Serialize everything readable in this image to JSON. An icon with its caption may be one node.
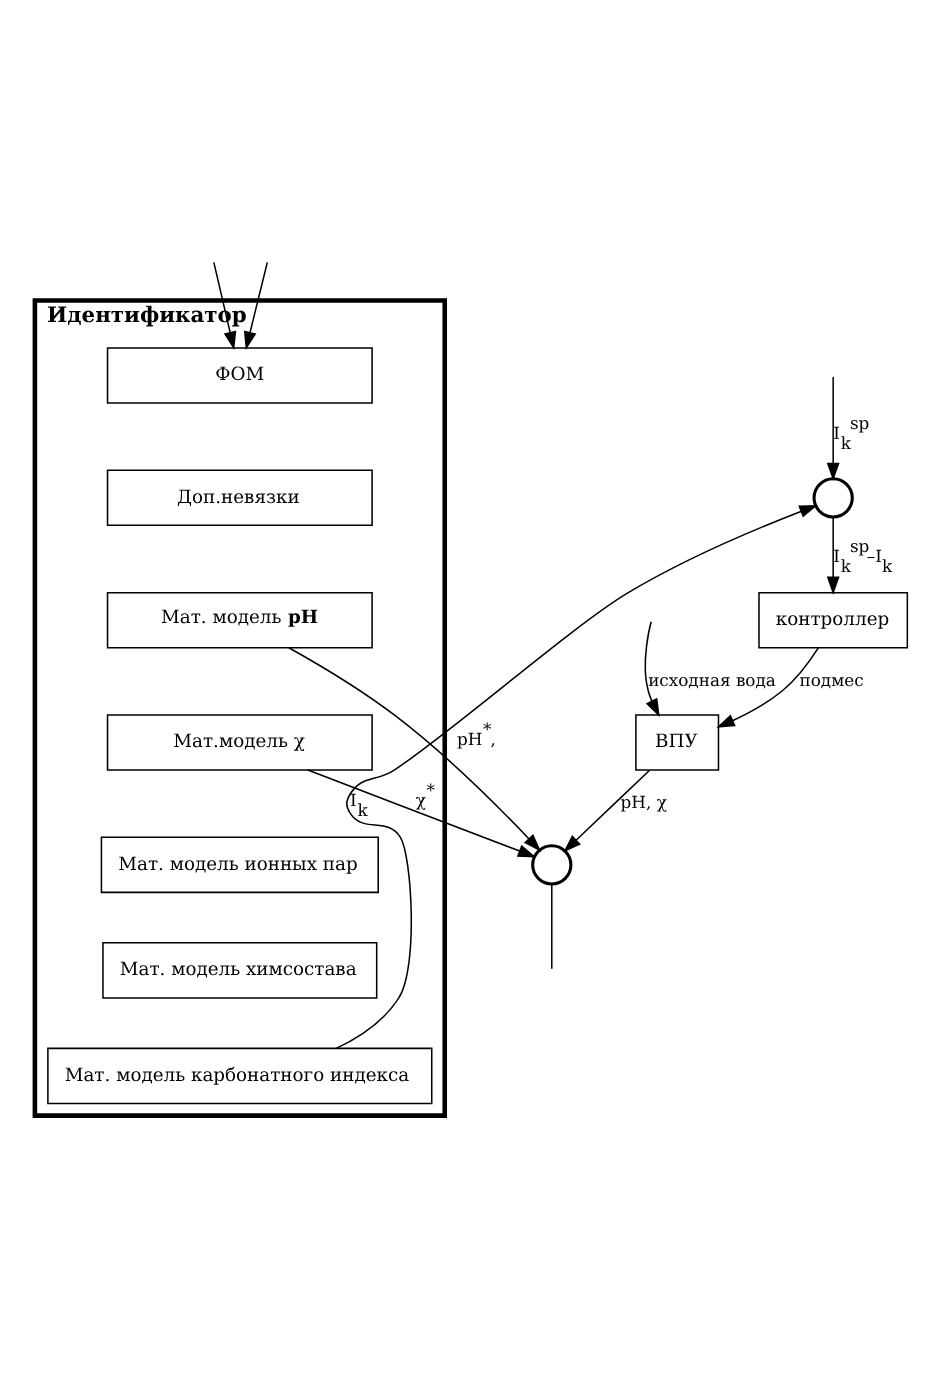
{
  "diagram": {
    "nodes": [
      {
        "text": [
          "контроллер"
        ]
      },
      {
        "text": [
          "ВПУ"
        ]
      },
      {
        "text": [],
        "shape": "circle"
      },
      {
        "text": [
          "Идентификатор"
        ]
      },
      {
        "text": [
          "ФОМ"
        ],
        "in": 3
      },
      {
        "text": [
          "Доп.невязки"
        ],
        "in": 3
      },
      {
        "text": [
          "Мат. модель **pH**"
        ],
        "in": 3
      },
      {
        "text": [
          "Мат.модель χ"
        ],
        "in": 3
      },
      {
        "text": [
          "Мат. модель ионных пар"
        ],
        "in": 3
      },
      {
        "text": [
          "Мат. модель химсостава"
        ],
        "in": 3
      },
      {
        "text": [
          "Мат. модель карбонатного индекса"
        ],
        "in": 3
      },
      {
        "text": [],
        "shape": "circle"
      }
    ],
    "edges": [
      {
        "from": null,
        "to": 2,
        "arrow": "to",
        "label": "I$_{k}$$^{sp}$"
      },
      {
        "from": 2,
        "to": 0,
        "arrow": "to",
        "label": "I$_{k}$$^{sp}$–I$_{k}$"
      },
      {
        "from": 0,
        "to": 1,
        "arrow": "to",
        "label": "подмес"
      },
      {
        "from": null,
        "to": 1,
        "arrow": "to",
        "label": "исходная вода"
      },
      {
        "from": null,
        "to": 4,
        "arrow": "to"
      },
      {
        "from": 1,
        "to": 11,
        "arrow": "to",
        "label": "pH, χ"
      },
      {
        "from": 6,
        "to": 11,
        "arrow": "to",
        "label": "pH$^{*}$,"
      },
      {
        "from": 7,
        "to": 11,
        "arrow": "to",
        "label": "χ$^{*}$"
      },
      {
        "from": 11,
        "to": null,
        "arrow": "none"
      },
      {
        "from": null,
        "to": 4,
        "arrow": "to"
      },
      {
        "from": 10,
        "to": 2,
        "arrow": "to",
        "label": "I$_{k}$"
      }
    ]
  }
}
